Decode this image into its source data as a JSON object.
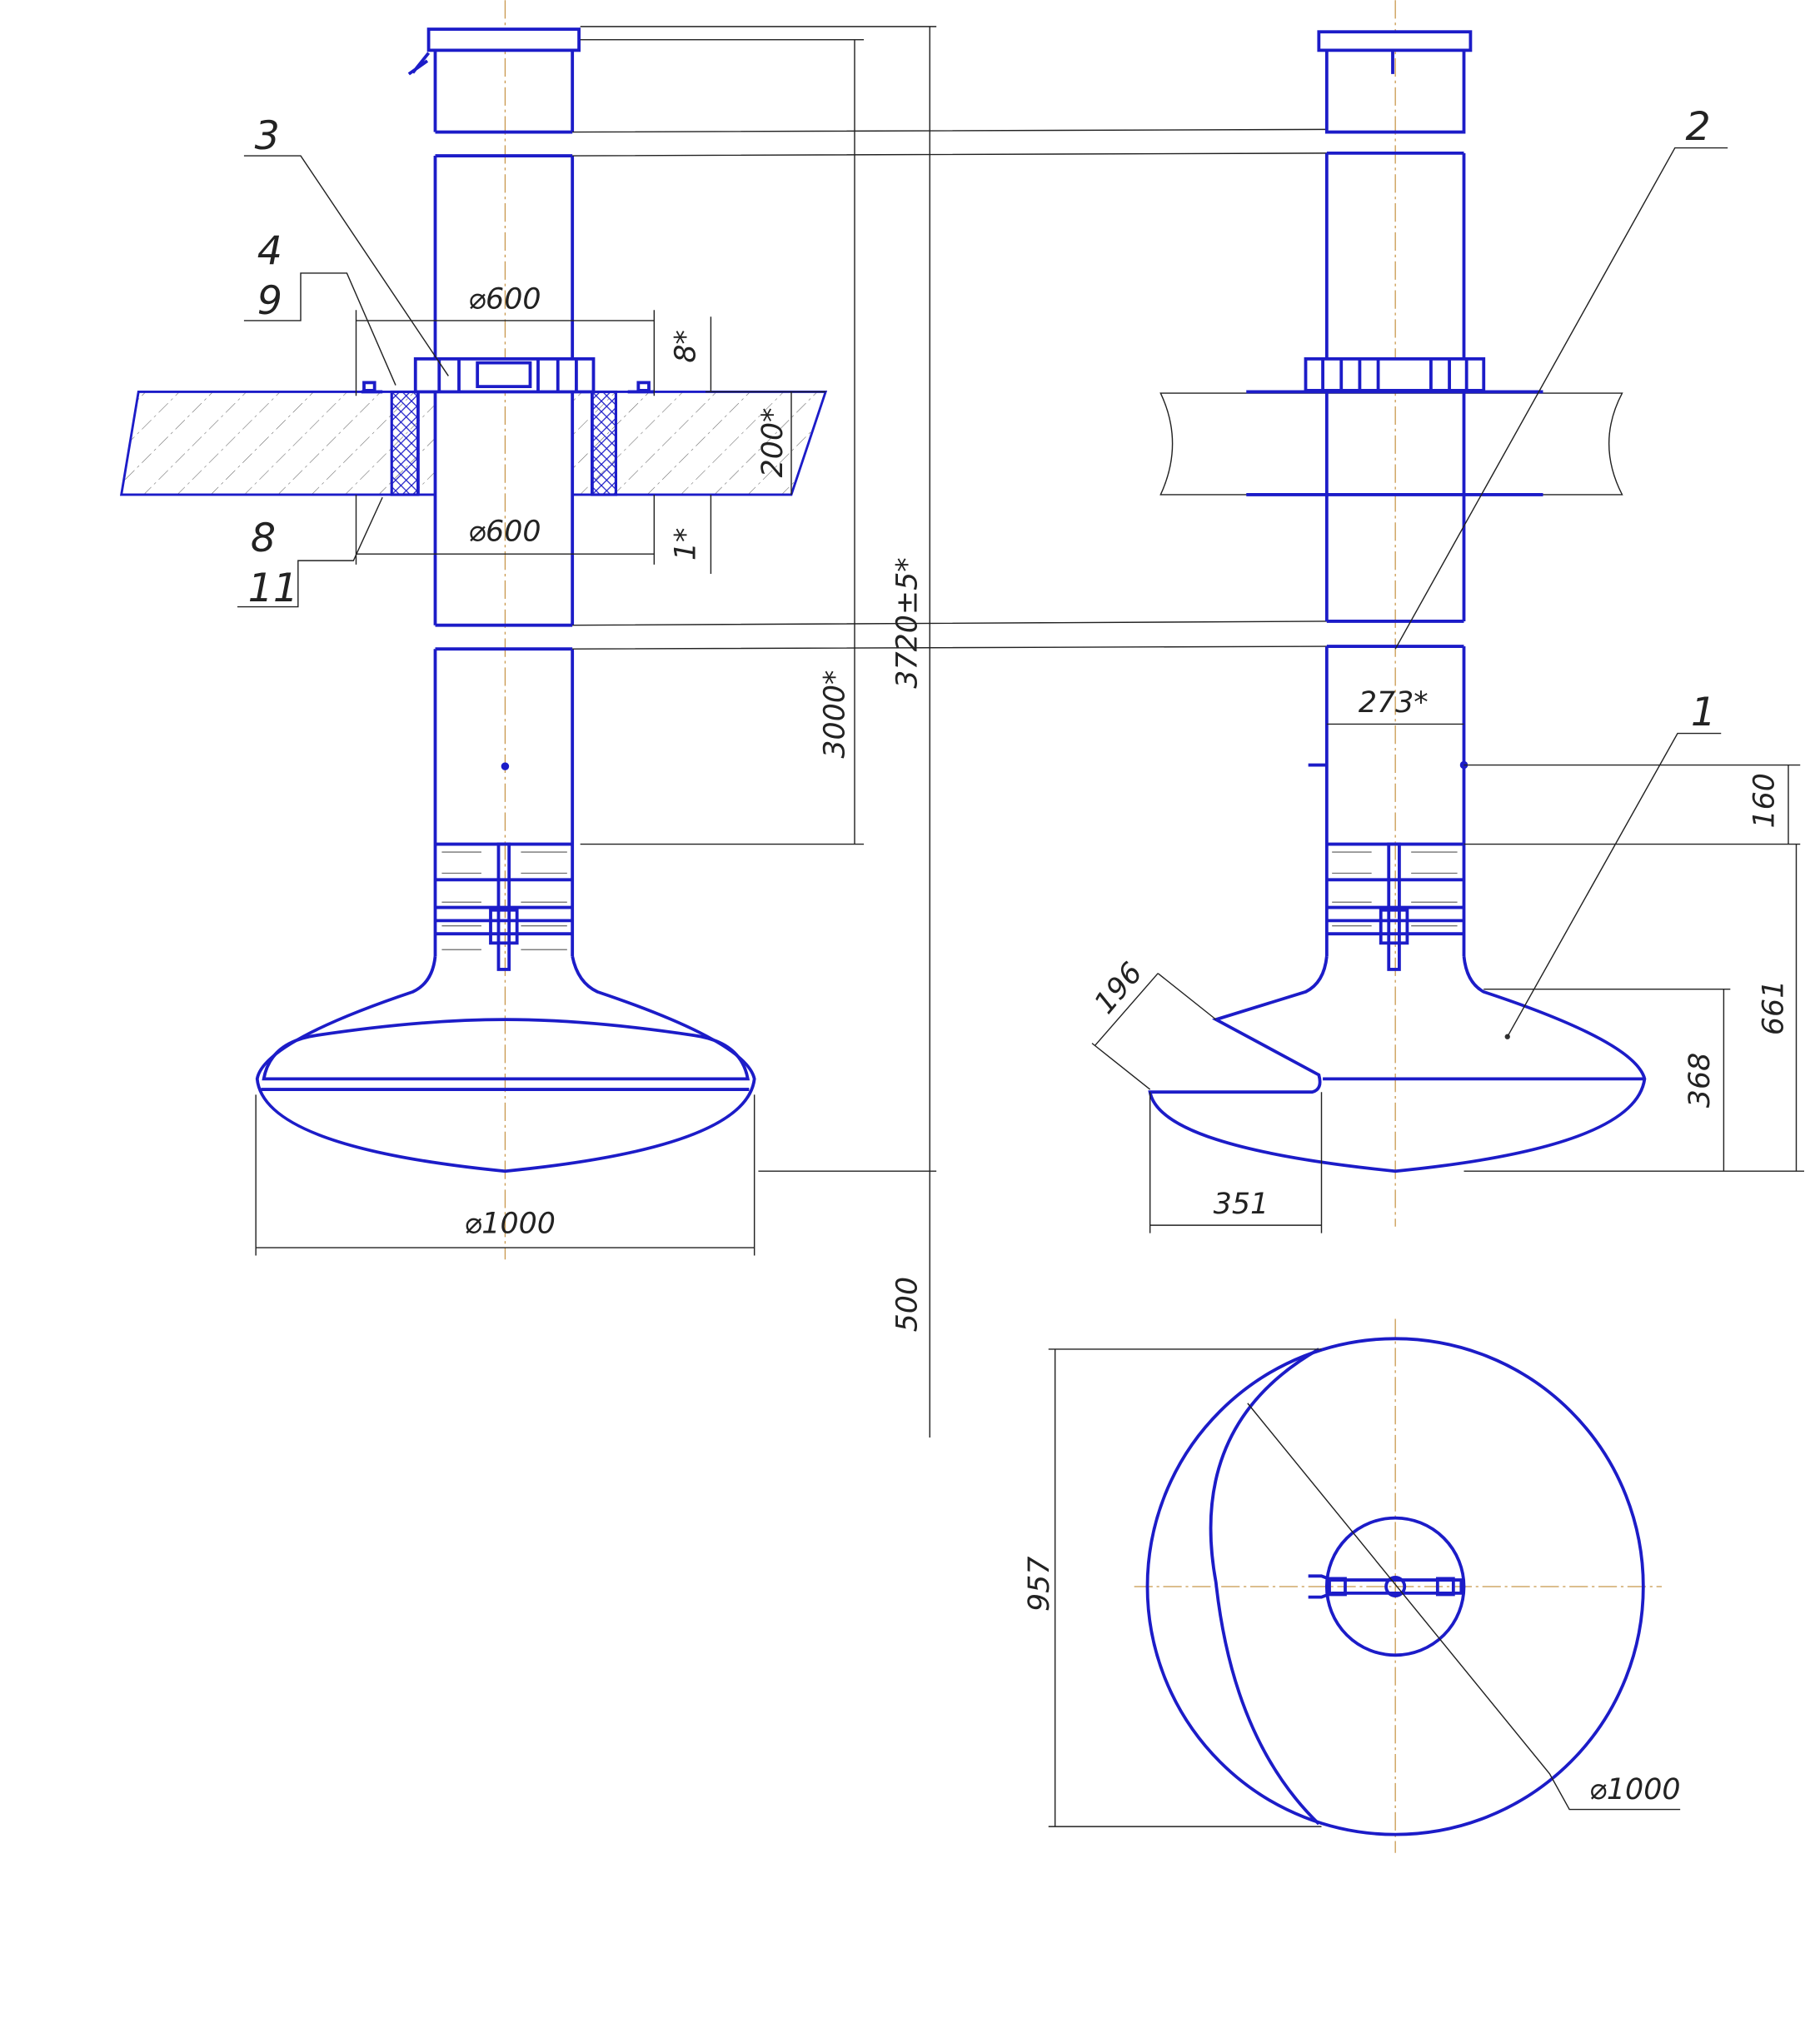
{
  "callouts": {
    "p1": "1",
    "p2": "2",
    "p3": "3",
    "p4": "4",
    "p9": "9",
    "p8": "8",
    "p11": "11"
  },
  "dims": {
    "d600_top": "⌀600",
    "d600_bot": "⌀600",
    "d8": "8*",
    "d200": "200*",
    "d1": "1*",
    "d3000": "3000*",
    "d3720": "3720±5*",
    "d500": "500",
    "d1000_front": "⌀1000",
    "d273": "273*",
    "d160": "160",
    "d661": "661",
    "d196": "196",
    "d368": "368",
    "d351": "351",
    "d957": "957",
    "d1000_plan": "⌀1000"
  },
  "colors": {
    "outline": "#1c1cc8",
    "dimension": "#222222",
    "centerline": "#c8964a"
  }
}
